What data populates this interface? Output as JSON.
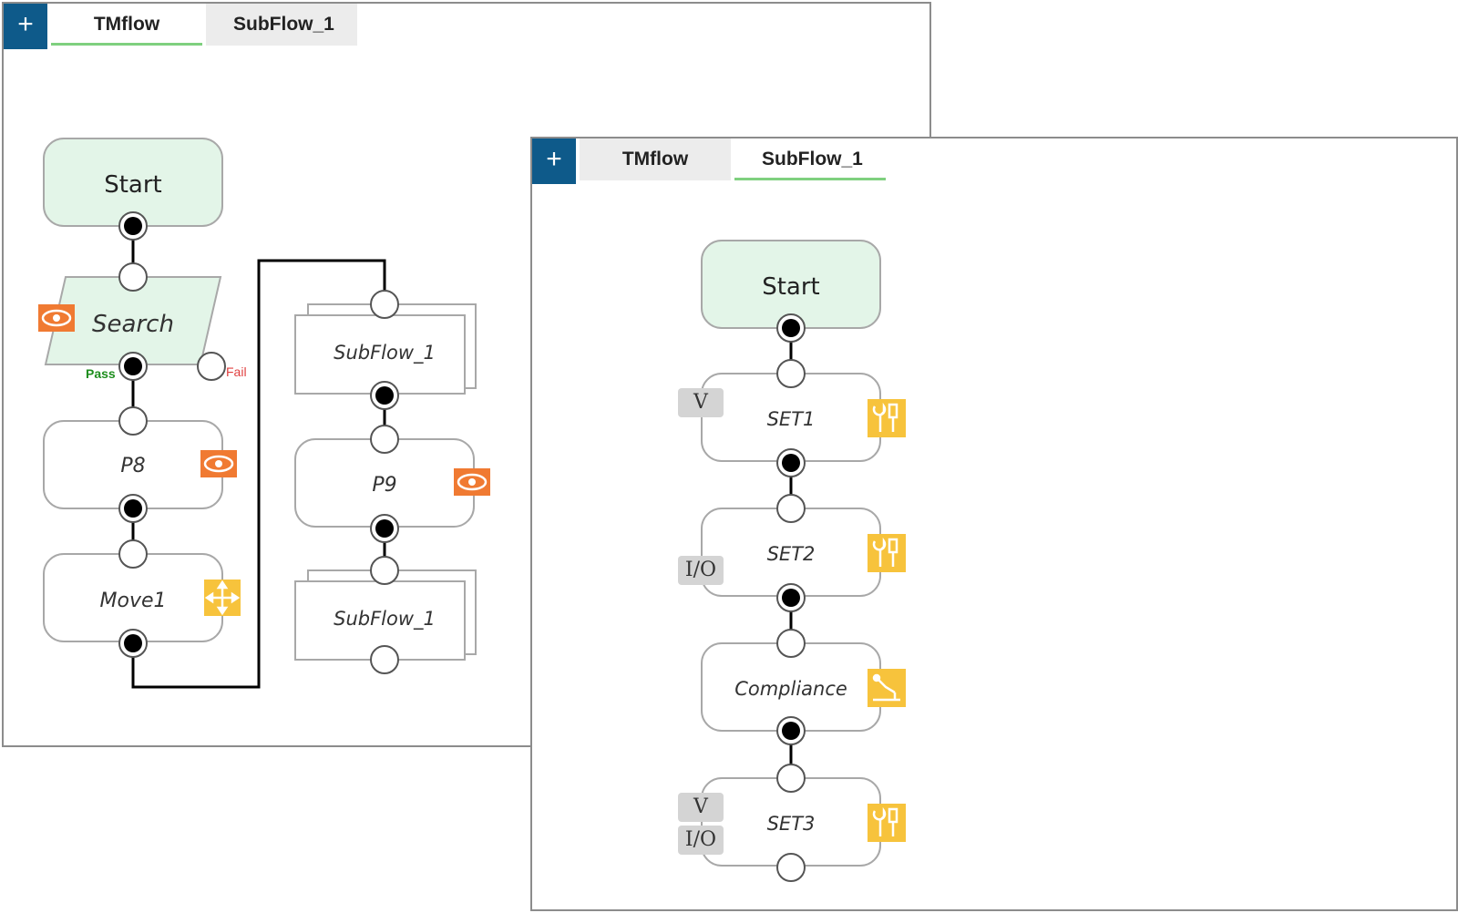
{
  "main_window": {
    "add_button": "+",
    "tabs": [
      {
        "label": "TMflow",
        "active": true
      },
      {
        "label": "SubFlow_1",
        "active": false
      }
    ],
    "nodes": {
      "start": "Start",
      "search": "Search",
      "pass_label": "Pass",
      "fail_label": "Fail",
      "p8": "P8",
      "move1": "Move1",
      "subflow_a": "SubFlow_1",
      "p9": "P9",
      "subflow_b": "SubFlow_1"
    }
  },
  "subflow_window": {
    "add_button": "+",
    "tabs": [
      {
        "label": "TMflow",
        "active": false
      },
      {
        "label": "SubFlow_1",
        "active": true
      }
    ],
    "nodes": {
      "start": "Start",
      "set1": "SET1",
      "set1_badge": "V",
      "set2": "SET2",
      "set2_badge": "I/O",
      "compliance": "Compliance",
      "set3": "SET3",
      "set3_badge_v": "V",
      "set3_badge_io": "I/O"
    }
  },
  "colors": {
    "accent_blue": "#0e5a8a",
    "start_fill": "#e3f5e8",
    "vision_orange": "#f07a32",
    "tool_yellow": "#f7c33c",
    "active_tab_underline": "#7fd07f"
  },
  "icons": [
    "plus-icon",
    "vision-eye-icon",
    "move-arrows-icon",
    "tool-wrench-icon",
    "compliance-icon"
  ]
}
